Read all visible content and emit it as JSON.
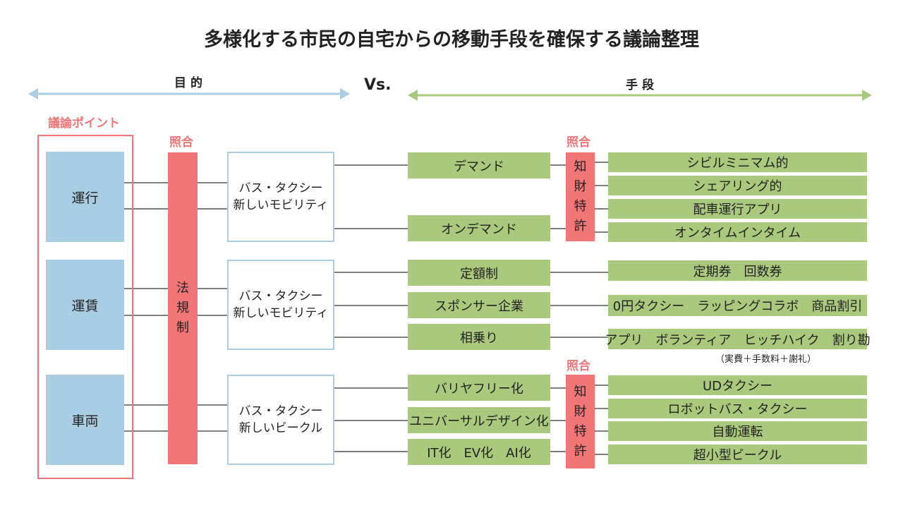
{
  "title": "多様化する市民の自宅からの移動手段を確保する議論整理",
  "header": {
    "purpose": "目的",
    "vs": "Vs.",
    "means": "手段"
  },
  "labels": {
    "discussion_points": "議論ポイント",
    "match_left": "照合",
    "match_top": "照合",
    "match_bottom": "照合"
  },
  "points": [
    "運行",
    "運賃",
    "車両"
  ],
  "law_bar": [
    "法",
    "規",
    "制"
  ],
  "ip_bar_top": [
    "知",
    "財",
    "特",
    "許"
  ],
  "ip_bar_bottom": [
    "知",
    "財",
    "特",
    "許"
  ],
  "targets": [
    {
      "line1": "バス・タクシー",
      "line2": "新しいモビリティ"
    },
    {
      "line1": "バス・タクシー",
      "line2": "新しいモビリティ"
    },
    {
      "line1": "バス・タクシー",
      "line2": "新しいビークル"
    }
  ],
  "means": [
    "デマンド",
    "オンデマンド",
    "定額制",
    "スポンサー企業",
    "相乗り",
    "バリヤフリー化",
    "ユニバーサルデザイン化",
    "IT化　EV化　AI化"
  ],
  "details": [
    "シビルミニマム的",
    "シェアリング的",
    "配車運行アプリ",
    "オンタイムインタイム",
    "定期券　回数券",
    "0円タクシー　ラッピングコラボ　商品割引",
    "アプリ　ボランティア　ヒッチハイク　割り勘",
    "UDタクシー",
    "ロボットバス・タクシー",
    "自動運転",
    "超小型ビークル"
  ],
  "note": "（実費＋手数料＋謝礼）",
  "colors": {
    "blue": "#a9cde2",
    "green": "#a9c97d",
    "red": "#f07677",
    "line": "#555555"
  }
}
